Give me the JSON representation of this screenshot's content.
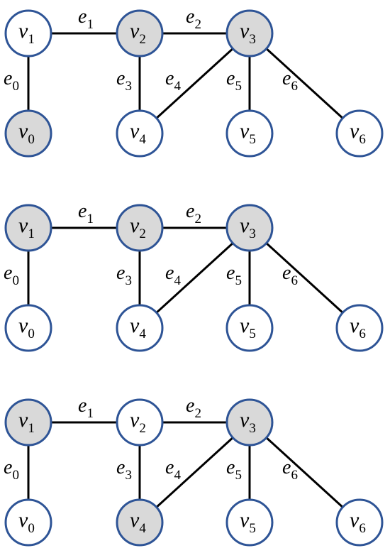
{
  "colors": {
    "node_stroke": "#2e5496",
    "node_fill_default": "#ffffff",
    "node_fill_selected": "#d9d9d9",
    "edge": "#000000"
  },
  "graph": {
    "nodes": [
      {
        "id": "v0",
        "base": "v",
        "sub": "0"
      },
      {
        "id": "v1",
        "base": "v",
        "sub": "1"
      },
      {
        "id": "v2",
        "base": "v",
        "sub": "2"
      },
      {
        "id": "v3",
        "base": "v",
        "sub": "3"
      },
      {
        "id": "v4",
        "base": "v",
        "sub": "4"
      },
      {
        "id": "v5",
        "base": "v",
        "sub": "5"
      },
      {
        "id": "v6",
        "base": "v",
        "sub": "6"
      }
    ],
    "edges": [
      {
        "id": "e0",
        "base": "e",
        "sub": "0",
        "from": "v1",
        "to": "v0"
      },
      {
        "id": "e1",
        "base": "e",
        "sub": "1",
        "from": "v1",
        "to": "v2"
      },
      {
        "id": "e2",
        "base": "e",
        "sub": "2",
        "from": "v2",
        "to": "v3"
      },
      {
        "id": "e3",
        "base": "e",
        "sub": "3",
        "from": "v2",
        "to": "v4"
      },
      {
        "id": "e4",
        "base": "e",
        "sub": "4",
        "from": "v3",
        "to": "v4"
      },
      {
        "id": "e5",
        "base": "e",
        "sub": "5",
        "from": "v3",
        "to": "v5"
      },
      {
        "id": "e6",
        "base": "e",
        "sub": "6",
        "from": "v3",
        "to": "v6"
      }
    ]
  },
  "panels": [
    {
      "selected": [
        "v0",
        "v2",
        "v3"
      ]
    },
    {
      "selected": [
        "v1",
        "v2",
        "v3"
      ]
    },
    {
      "selected": [
        "v1",
        "v3",
        "v4"
      ]
    }
  ]
}
